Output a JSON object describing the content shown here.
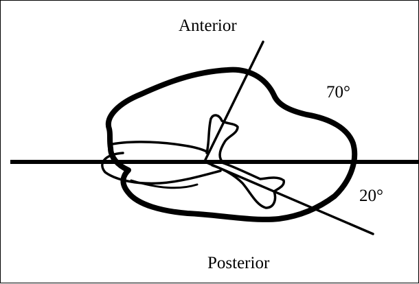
{
  "labels": {
    "anterior": "Anterior",
    "posterior": "Posterior",
    "angle_upper": "70°",
    "angle_lower": "20°"
  },
  "colors": {
    "stroke": "#000000",
    "background": "#ffffff"
  }
}
